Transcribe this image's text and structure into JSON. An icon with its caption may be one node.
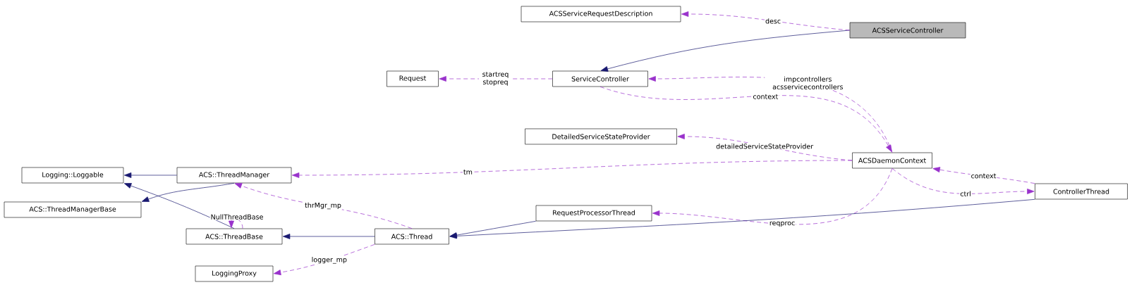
{
  "diagram": {
    "nodes": [
      {
        "text": [
          "ACSServiceController"
        ]
      },
      {
        "text": [
          "ACSServiceRequestDescription"
        ]
      },
      {
        "text": [
          "Request"
        ]
      },
      {
        "text": [
          "ServiceController"
        ]
      },
      {
        "text": [
          "DetailedServiceStateProvider"
        ]
      },
      {
        "text": [
          "Logging::Loggable"
        ]
      },
      {
        "text": [
          "ACS::ThreadManager"
        ]
      },
      {
        "text": [
          "ACSDaemonContext"
        ]
      },
      {
        "text": [
          "ACS::ThreadManagerBase"
        ]
      },
      {
        "text": [
          "RequestProcessorThread"
        ]
      },
      {
        "text": [
          "ControllerThread"
        ]
      },
      {
        "text": [
          "ACS::ThreadBase"
        ]
      },
      {
        "text": [
          "ACS::Thread"
        ]
      },
      {
        "text": [
          "LoggingProxy"
        ]
      }
    ],
    "edges": [
      {
        "from": 0,
        "to": 3,
        "arrow": "to",
        "color": "#191970"
      },
      {
        "from": 0,
        "to": 1,
        "arrow": "to",
        "label": "desc",
        "style": "dashed"
      },
      {
        "from": 3,
        "to": 2,
        "arrow": "to",
        "label": "startreq stopreq",
        "style": "dashed"
      },
      {
        "from": 7,
        "to": 3,
        "arrow": "to",
        "label": "impcontrollers acsservicecontrollers",
        "style": "dashed"
      },
      {
        "from": 3,
        "to": 7,
        "arrow": "to",
        "label": "context",
        "style": "dashed"
      },
      {
        "from": 7,
        "to": 4,
        "arrow": "to",
        "label": "detailedServiceStateProvider",
        "style": "dashed"
      },
      {
        "from": 7,
        "to": 6,
        "arrow": "to",
        "label": "tm",
        "style": "dashed"
      },
      {
        "from": 10,
        "to": 7,
        "arrow": "to",
        "label": "context",
        "style": "dashed"
      },
      {
        "from": 7,
        "to": 10,
        "arrow": "to",
        "label": "ctrl",
        "style": "dashed"
      },
      {
        "from": 7,
        "to": 9,
        "arrow": "to",
        "label": "reqproc",
        "style": "dashed"
      },
      {
        "from": 6,
        "to": 5,
        "arrow": "to",
        "color": "#191970"
      },
      {
        "from": 6,
        "to": 8,
        "arrow": "to",
        "color": "#191970"
      },
      {
        "from": 11,
        "to": 5,
        "arrow": "to",
        "color": "#191970"
      },
      {
        "from": 11,
        "to": 11,
        "arrow": "to",
        "label": "NullThreadBase",
        "style": "dashed"
      },
      {
        "from": 12,
        "to": 6,
        "arrow": "to",
        "label": "thrMgr_mp",
        "style": "dashed"
      },
      {
        "from": 12,
        "to": 11,
        "arrow": "to",
        "color": "#191970"
      },
      {
        "from": 9,
        "to": 12,
        "arrow": "to",
        "color": "#191970"
      },
      {
        "from": 10,
        "to": 12,
        "arrow": "to",
        "color": "#191970"
      },
      {
        "from": 12,
        "to": 13,
        "arrow": "to",
        "label": "logger_mp",
        "style": "dashed"
      }
    ]
  }
}
